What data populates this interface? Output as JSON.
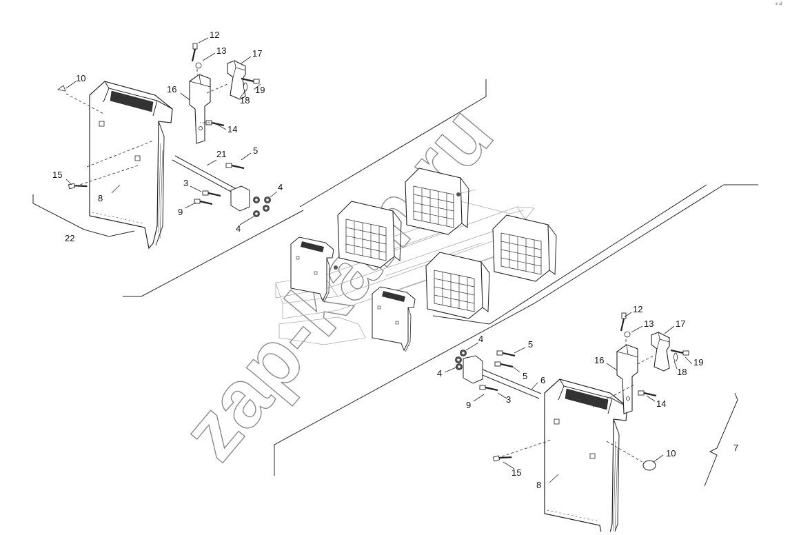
{
  "watermark": "zap-kam.ru",
  "corner_mark": "ⅇ ⅆ",
  "callouts": [
    {
      "id": "c10-left",
      "text": "10"
    },
    {
      "id": "c12-left",
      "text": "12"
    },
    {
      "id": "c13-left",
      "text": "13"
    },
    {
      "id": "c17-left",
      "text": "17"
    },
    {
      "id": "c16-left",
      "text": "16"
    },
    {
      "id": "c19-left",
      "text": "19"
    },
    {
      "id": "c18-left",
      "text": "18"
    },
    {
      "id": "c14-left",
      "text": "14"
    },
    {
      "id": "c21",
      "text": "21"
    },
    {
      "id": "c5-left",
      "text": "5"
    },
    {
      "id": "c15-left",
      "text": "15"
    },
    {
      "id": "c3-left",
      "text": "3"
    },
    {
      "id": "c4a-left",
      "text": "4"
    },
    {
      "id": "c9-left",
      "text": "9"
    },
    {
      "id": "c8-left",
      "text": "8"
    },
    {
      "id": "c4b-left",
      "text": "4"
    },
    {
      "id": "c22",
      "text": "22"
    },
    {
      "id": "c12-right",
      "text": "12"
    },
    {
      "id": "c13-right",
      "text": "13"
    },
    {
      "id": "c17-right",
      "text": "17"
    },
    {
      "id": "c4a-right",
      "text": "4"
    },
    {
      "id": "c5a-right",
      "text": "5"
    },
    {
      "id": "c16-right",
      "text": "16"
    },
    {
      "id": "c19-right",
      "text": "19"
    },
    {
      "id": "c18-right",
      "text": "18"
    },
    {
      "id": "c4b-right",
      "text": "4"
    },
    {
      "id": "c5b-right",
      "text": "5"
    },
    {
      "id": "c6",
      "text": "6"
    },
    {
      "id": "c9-right",
      "text": "9"
    },
    {
      "id": "c3-right",
      "text": "3"
    },
    {
      "id": "c14-right",
      "text": "14"
    },
    {
      "id": "c7",
      "text": "7"
    },
    {
      "id": "c10-right",
      "text": "10"
    },
    {
      "id": "c15-right",
      "text": "15"
    },
    {
      "id": "c8-right",
      "text": "8"
    }
  ]
}
